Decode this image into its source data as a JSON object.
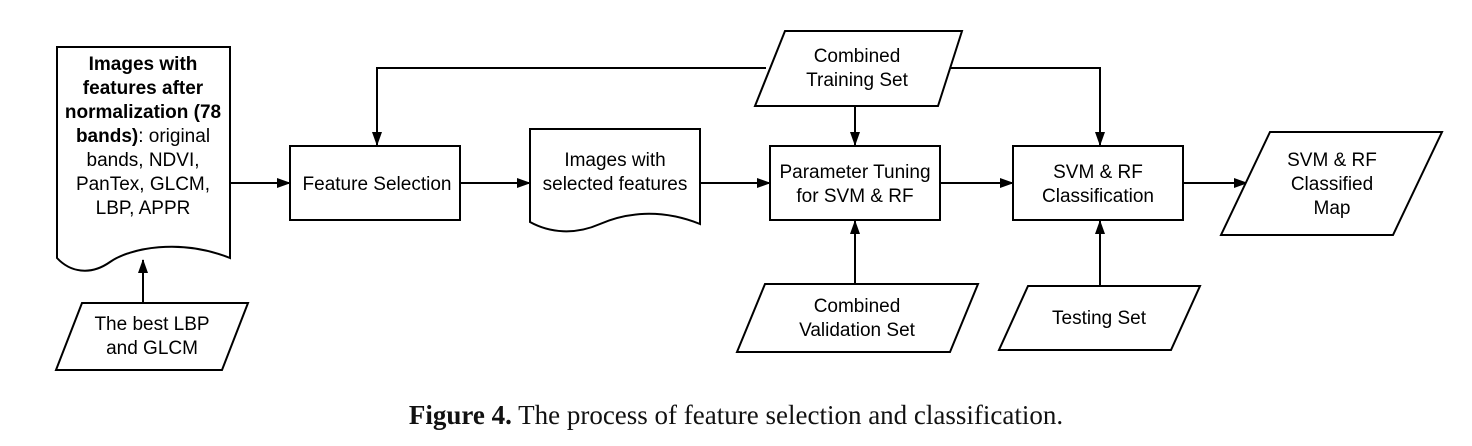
{
  "nodes": {
    "input_images": {
      "bold_lines": [
        "Images with",
        "features after",
        "normalization (78"
      ],
      "mixed_line": {
        "bold": "bands)",
        "normal": ": original"
      },
      "lines": [
        "bands, NDVI,",
        "PanTex, GLCM,",
        "LBP, APPR"
      ]
    },
    "best_lbp": {
      "lines": [
        "The best LBP",
        "and GLCM"
      ]
    },
    "feature_selection": {
      "lines": [
        "Feature Selection"
      ]
    },
    "selected_images": {
      "lines": [
        "Images with",
        "selected features"
      ]
    },
    "combined_training": {
      "lines": [
        "Combined",
        "Training Set"
      ]
    },
    "parameter_tuning": {
      "lines": [
        "Parameter Tuning",
        "for SVM & RF"
      ]
    },
    "combined_validation": {
      "lines": [
        "Combined",
        "Validation Set"
      ]
    },
    "classification": {
      "lines": [
        "SVM & RF",
        "Classification"
      ]
    },
    "testing_set": {
      "lines": [
        "Testing Set"
      ]
    },
    "classified_map": {
      "lines": [
        "SVM & RF",
        "Classified",
        "Map"
      ]
    }
  },
  "caption": {
    "number": "Figure 4.",
    "text": "The process of feature selection and classification."
  },
  "colors": {
    "stroke": "#000000",
    "fill": "#ffffff",
    "text": "#000000"
  }
}
